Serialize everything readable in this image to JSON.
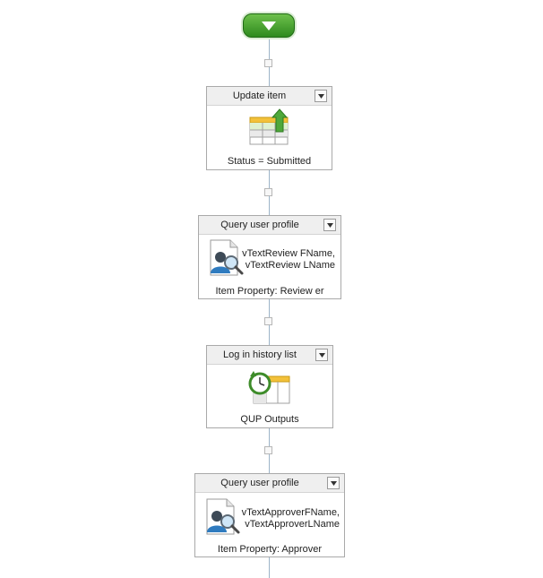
{
  "workflow": {
    "start_icon": "chevron-down-icon",
    "actions": [
      {
        "title": "Update item",
        "icon": "update-list-item-icon",
        "caption": "Status = Submitted"
      },
      {
        "title": "Query user profile",
        "icon": "user-profile-query-icon",
        "lines": [
          "vTextReview FName,",
          "vTextReview LName"
        ],
        "caption": "Item Property: Review er"
      },
      {
        "title": "Log in history list",
        "icon": "history-log-icon",
        "caption": "QUP Outputs"
      },
      {
        "title": "Query user profile",
        "icon": "user-profile-query-icon",
        "lines": [
          "vTextApproverFName,",
          "vTextApproverLName"
        ],
        "caption": "Item Property: Approver"
      }
    ]
  },
  "colors": {
    "start_green": "#3a9a26",
    "connector_line": "#9db4c8",
    "header_bg": "#efefef",
    "border": "#a9a9a9"
  }
}
